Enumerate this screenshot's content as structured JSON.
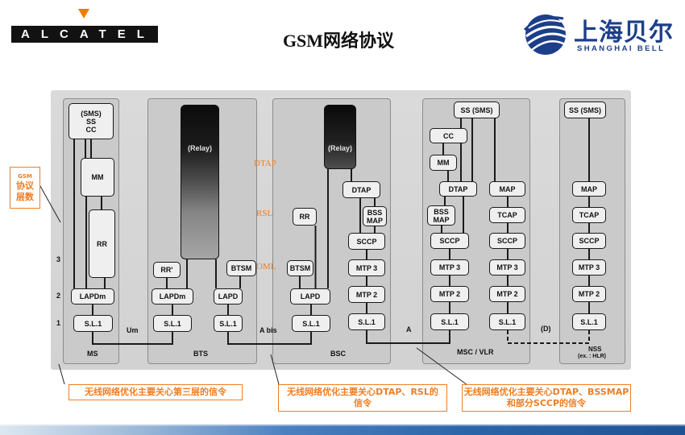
{
  "colors": {
    "note_orange": "#ee7d22",
    "alcatel_orange": "#f07d00",
    "shanghai_bell_navy": "#1d3f8a"
  },
  "icons": {
    "alcatel_mark": "alcatel-triangle-icon",
    "shanghai_bell_mark": "globe-icon"
  },
  "header": {
    "alcatel_logo": "ALCATEL",
    "title": "GSM网络协议",
    "shanghai_bell_cn": "上海贝尔",
    "shanghai_bell_en": "SHANGHAI BELL"
  },
  "side_note": [
    "GSM",
    "协议",
    "层数"
  ],
  "layer_numbers": [
    "3",
    "2",
    "1"
  ],
  "interface_labels": {
    "dtap": "DTAP",
    "rsl": "RSL",
    "oml": "OML"
  },
  "link_labels": {
    "um": "Um",
    "abis": "A bis",
    "a": "A",
    "d": "(D)"
  },
  "columns": {
    "ms": {
      "label": "MS",
      "top": "(SMS)\nSS\nCC",
      "mm": "MM",
      "rr": "RR",
      "lapdm": "LAPDm",
      "sl1": "S.L.1"
    },
    "bts": {
      "label": "BTS",
      "relay": "(Relay)",
      "rr_prime": "RR'",
      "btsm": "BTSM",
      "lapdm": "LAPDm",
      "lapd": "LAPD",
      "sl1_left": "S.L.1",
      "sl1_right": "S.L.1"
    },
    "bsc": {
      "label": "BSC",
      "relay": "(Relay)",
      "dtap": "DTAP",
      "rr": "RR",
      "bssmap": "BSS\nMAP",
      "btsm": "BTSM",
      "lapd": "LAPD",
      "sccp": "SCCP",
      "mtp3": "MTP 3",
      "mtp2": "MTP 2",
      "sl1_left": "S.L.1",
      "sl1_right": "S.L.1"
    },
    "msc_vlr": {
      "label": "MSC / VLR",
      "ss_sms": "SS (SMS)",
      "cc": "CC",
      "mm": "MM",
      "dtap": "DTAP",
      "map": "MAP",
      "bssmap": "BSS\nMAP",
      "tcap": "TCAP",
      "sccp_left": "SCCP",
      "sccp_right": "SCCP",
      "mtp3_left": "MTP 3",
      "mtp3_right": "MTP 3",
      "mtp2_left": "MTP 2",
      "mtp2_right": "MTP 2",
      "sl1_left": "S.L.1",
      "sl1_right": "S.L.1"
    },
    "nss": {
      "label": "NSS",
      "sublabel": "(ex. : HLR)",
      "ss_sms": "SS (SMS)",
      "map": "MAP",
      "tcap": "TCAP",
      "sccp": "SCCP",
      "mtp3": "MTP 3",
      "mtp2": "MTP 2",
      "sl1": "S.L.1"
    }
  },
  "notes": [
    {
      "lines": [
        "无线网络优化主要关心第三层的信令"
      ]
    },
    {
      "lines": [
        "无线网络优化主要关心DTAP、RSL的",
        "信令"
      ]
    },
    {
      "lines": [
        "无线网络优化主要关心DTAP、BSSMAP",
        "和部分SCCP的信令"
      ]
    }
  ]
}
